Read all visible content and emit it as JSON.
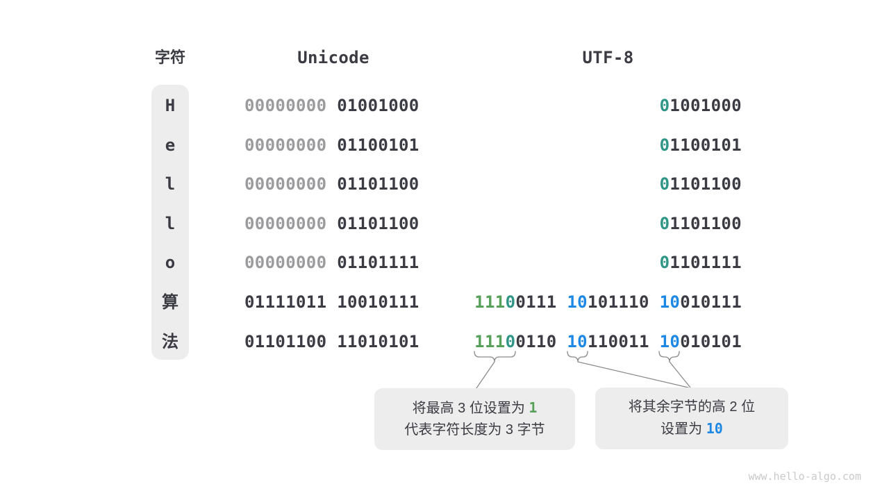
{
  "headers": {
    "char": "字符",
    "unicode": "Unicode",
    "utf8": "UTF-8"
  },
  "colors": {
    "dark": "#3B3B43",
    "gray": "#9B9B9E",
    "green": "#57A05A",
    "teal": "#2F9687",
    "blue": "#1E88E5",
    "box_bg": "#EDEDED",
    "connector_line": "#8A8A8A",
    "watermark": "#C9C9C9"
  },
  "rows": [
    {
      "char": "H",
      "unicode": [
        {
          "t": "00000000 ",
          "c": "gray"
        },
        {
          "t": "01001000",
          "c": "dark"
        }
      ],
      "utf8": [
        {
          "t": "0",
          "c": "teal"
        },
        {
          "t": "1001000",
          "c": "dark"
        }
      ]
    },
    {
      "char": "e",
      "unicode": [
        {
          "t": "00000000 ",
          "c": "gray"
        },
        {
          "t": "01100101",
          "c": "dark"
        }
      ],
      "utf8": [
        {
          "t": "0",
          "c": "teal"
        },
        {
          "t": "1100101",
          "c": "dark"
        }
      ]
    },
    {
      "char": "l",
      "unicode": [
        {
          "t": "00000000 ",
          "c": "gray"
        },
        {
          "t": "01101100",
          "c": "dark"
        }
      ],
      "utf8": [
        {
          "t": "0",
          "c": "teal"
        },
        {
          "t": "1101100",
          "c": "dark"
        }
      ]
    },
    {
      "char": "l",
      "unicode": [
        {
          "t": "00000000 ",
          "c": "gray"
        },
        {
          "t": "01101100",
          "c": "dark"
        }
      ],
      "utf8": [
        {
          "t": "0",
          "c": "teal"
        },
        {
          "t": "1101100",
          "c": "dark"
        }
      ]
    },
    {
      "char": "o",
      "unicode": [
        {
          "t": "00000000 ",
          "c": "gray"
        },
        {
          "t": "01101111",
          "c": "dark"
        }
      ],
      "utf8": [
        {
          "t": "0",
          "c": "teal"
        },
        {
          "t": "1101111",
          "c": "dark"
        }
      ]
    },
    {
      "char": "算",
      "unicode": [
        {
          "t": "01111011 10010111",
          "c": "dark"
        }
      ],
      "utf8": [
        {
          "t": "111",
          "c": "green"
        },
        {
          "t": "0",
          "c": "teal"
        },
        {
          "t": "0111 ",
          "c": "dark"
        },
        {
          "t": "10",
          "c": "blue"
        },
        {
          "t": "101110 ",
          "c": "dark"
        },
        {
          "t": "10",
          "c": "blue"
        },
        {
          "t": "010111",
          "c": "dark"
        }
      ]
    },
    {
      "char": "法",
      "unicode": [
        {
          "t": "01101100 11010101",
          "c": "dark"
        }
      ],
      "utf8": [
        {
          "t": "111",
          "c": "green"
        },
        {
          "t": "0",
          "c": "teal"
        },
        {
          "t": "0110 ",
          "c": "dark"
        },
        {
          "t": "10",
          "c": "blue"
        },
        {
          "t": "110011 ",
          "c": "dark"
        },
        {
          "t": "10",
          "c": "blue"
        },
        {
          "t": "010101",
          "c": "dark"
        }
      ]
    }
  ],
  "callouts": {
    "left": {
      "line1": [
        {
          "t": "将最高 3 位设置为 ",
          "c": "dark"
        },
        {
          "t": "1",
          "c": "green",
          "hl": true
        }
      ],
      "line2": [
        {
          "t": "代表字符长度为 3 字节",
          "c": "dark"
        }
      ]
    },
    "right": {
      "line1": [
        {
          "t": "将其余字节的高 2 位",
          "c": "dark"
        }
      ],
      "line2": [
        {
          "t": "设置为 ",
          "c": "dark"
        },
        {
          "t": "10",
          "c": "blue",
          "hl": true
        }
      ]
    }
  },
  "watermark": "www.hello-algo.com"
}
